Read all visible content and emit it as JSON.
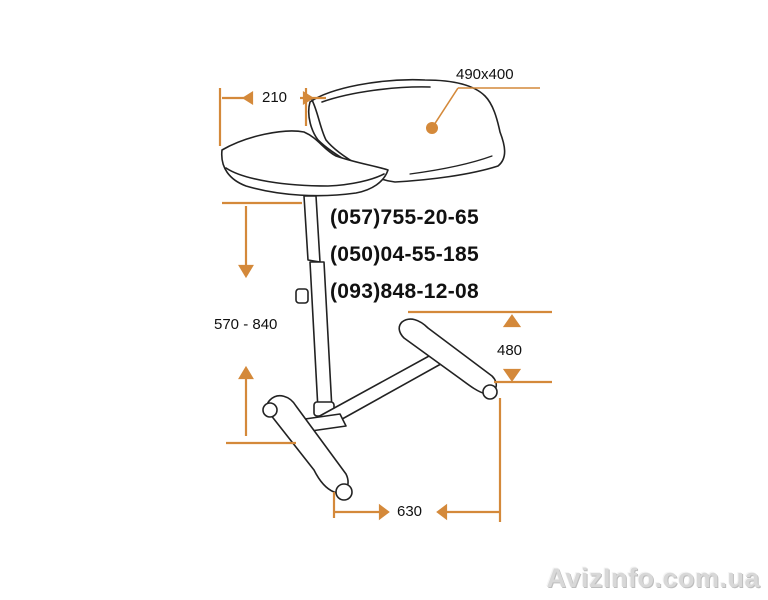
{
  "dimensions": {
    "top_width": "210",
    "tray_size": "490x400",
    "height_range": "570 - 840",
    "base_depth": "480",
    "base_width": "630"
  },
  "phones": [
    "(057)755-20-65",
    "(050)04-55-185",
    "(093)848-12-08"
  ],
  "watermark": "AvizInfo.com.ua",
  "colors": {
    "dimension": "#d4893a",
    "outline": "#222222"
  }
}
